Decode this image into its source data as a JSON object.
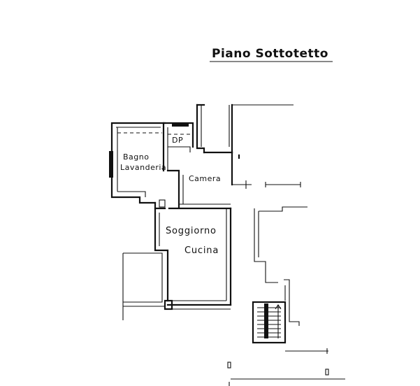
{
  "plan": {
    "title": "Piano Sottotetto",
    "rooms": {
      "bagno": "Bagno",
      "lavanderia": "Lavanderia",
      "dp": "DP",
      "camera": "Camera",
      "soggiorno": "Soggiorno",
      "cucina": "Cucina"
    },
    "line_color": "#111111",
    "background_color": "#ffffff"
  }
}
